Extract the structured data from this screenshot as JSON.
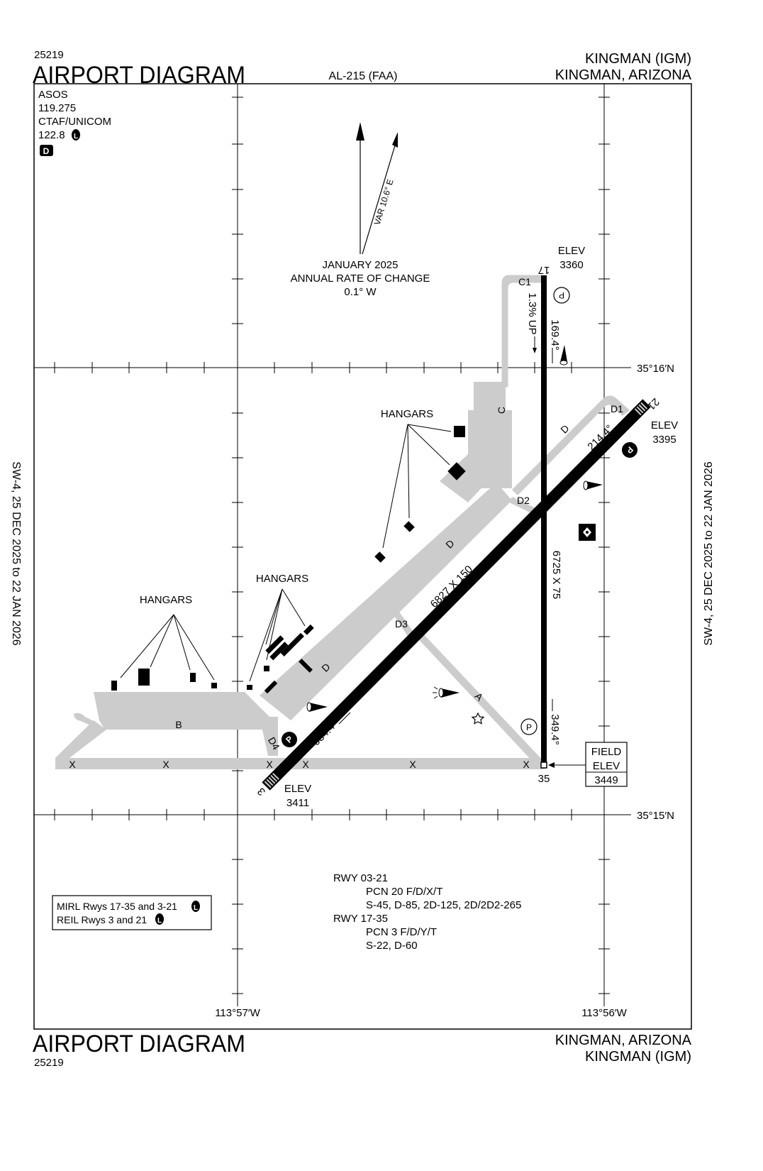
{
  "header": {
    "chart_number": "25219",
    "title": "AIRPORT DIAGRAM",
    "chart_code": "AL-215 (FAA)",
    "airport_name": "KINGMAN (IGM)",
    "location": "KINGMAN, ARIZONA"
  },
  "footer": {
    "title": "AIRPORT DIAGRAM",
    "chart_number": "25219",
    "location": "KINGMAN, ARIZONA",
    "airport_name": "KINGMAN (IGM)"
  },
  "side_labels": {
    "left": "SW-4,  25 DEC 2025  to  22 JAN 2026",
    "right": "SW-4,  25 DEC 2025  to  22 JAN 2026"
  },
  "frequencies": {
    "asos_label": "ASOS",
    "asos_freq": "119.275",
    "ctaf_label": "CTAF/UNICOM",
    "ctaf_freq": "122.8",
    "lighting_badge": "L",
    "d_badge": "D"
  },
  "magnetic_variation": {
    "var_label": "VAR 10.6° E",
    "date": "JANUARY 2025",
    "rate_label": "ANNUAL RATE OF CHANGE",
    "rate_value": "0.1° W"
  },
  "coordinates": {
    "lat_north": "35°16′N",
    "lat_south": "35°15′N",
    "lon_west": "113°57′W",
    "lon_east": "113°56′W"
  },
  "runway_17_35": {
    "end_17": "17",
    "end_35": "35",
    "elev_17_label": "ELEV",
    "elev_17_value": "3360",
    "heading_169": "169.4°",
    "heading_349": "349.4°",
    "slope": "1.3% UP",
    "dimensions": "6725 X 75"
  },
  "runway_03_21": {
    "end_3": "3",
    "end_21": "21",
    "elev_21_label": "ELEV",
    "elev_21_value": "3395",
    "elev_3_label": "ELEV",
    "elev_3_value": "3411",
    "heading_214": "214.4°",
    "heading_034": "034.4°",
    "dimensions": "6827 X 150"
  },
  "field_elevation": {
    "line1": "FIELD",
    "line2": "ELEV",
    "value": "3449"
  },
  "taxiways": {
    "c1": "C1",
    "c": "C",
    "d1": "D1",
    "d": "D",
    "d2": "D2",
    "d3": "D3",
    "d4": "D4",
    "a": "A",
    "b": "B",
    "x": "X"
  },
  "hangar_labels": {
    "h1": "HANGARS",
    "h2": "HANGARS",
    "h3": "HANGARS"
  },
  "markers": {
    "parking": "P"
  },
  "lighting_box": {
    "line1": "MIRL Rwys 17-35 and 3-21",
    "line2": "REIL Rwys 3 and 21",
    "badge": "L"
  },
  "pcn_notes": {
    "rwy1": "RWY 03-21",
    "rwy1_pcn": "PCN 20 F/D/X/T",
    "rwy1_weights": "S-45, D-85, 2D-125, 2D/2D2-265",
    "rwy2": "RWY 17-35",
    "rwy2_pcn": "PCN 3 F/D/Y/T",
    "rwy2_weights": "S-22, D-60"
  },
  "colors": {
    "pavement": "#cccccc",
    "runway": "#000000",
    "background": "#ffffff"
  }
}
